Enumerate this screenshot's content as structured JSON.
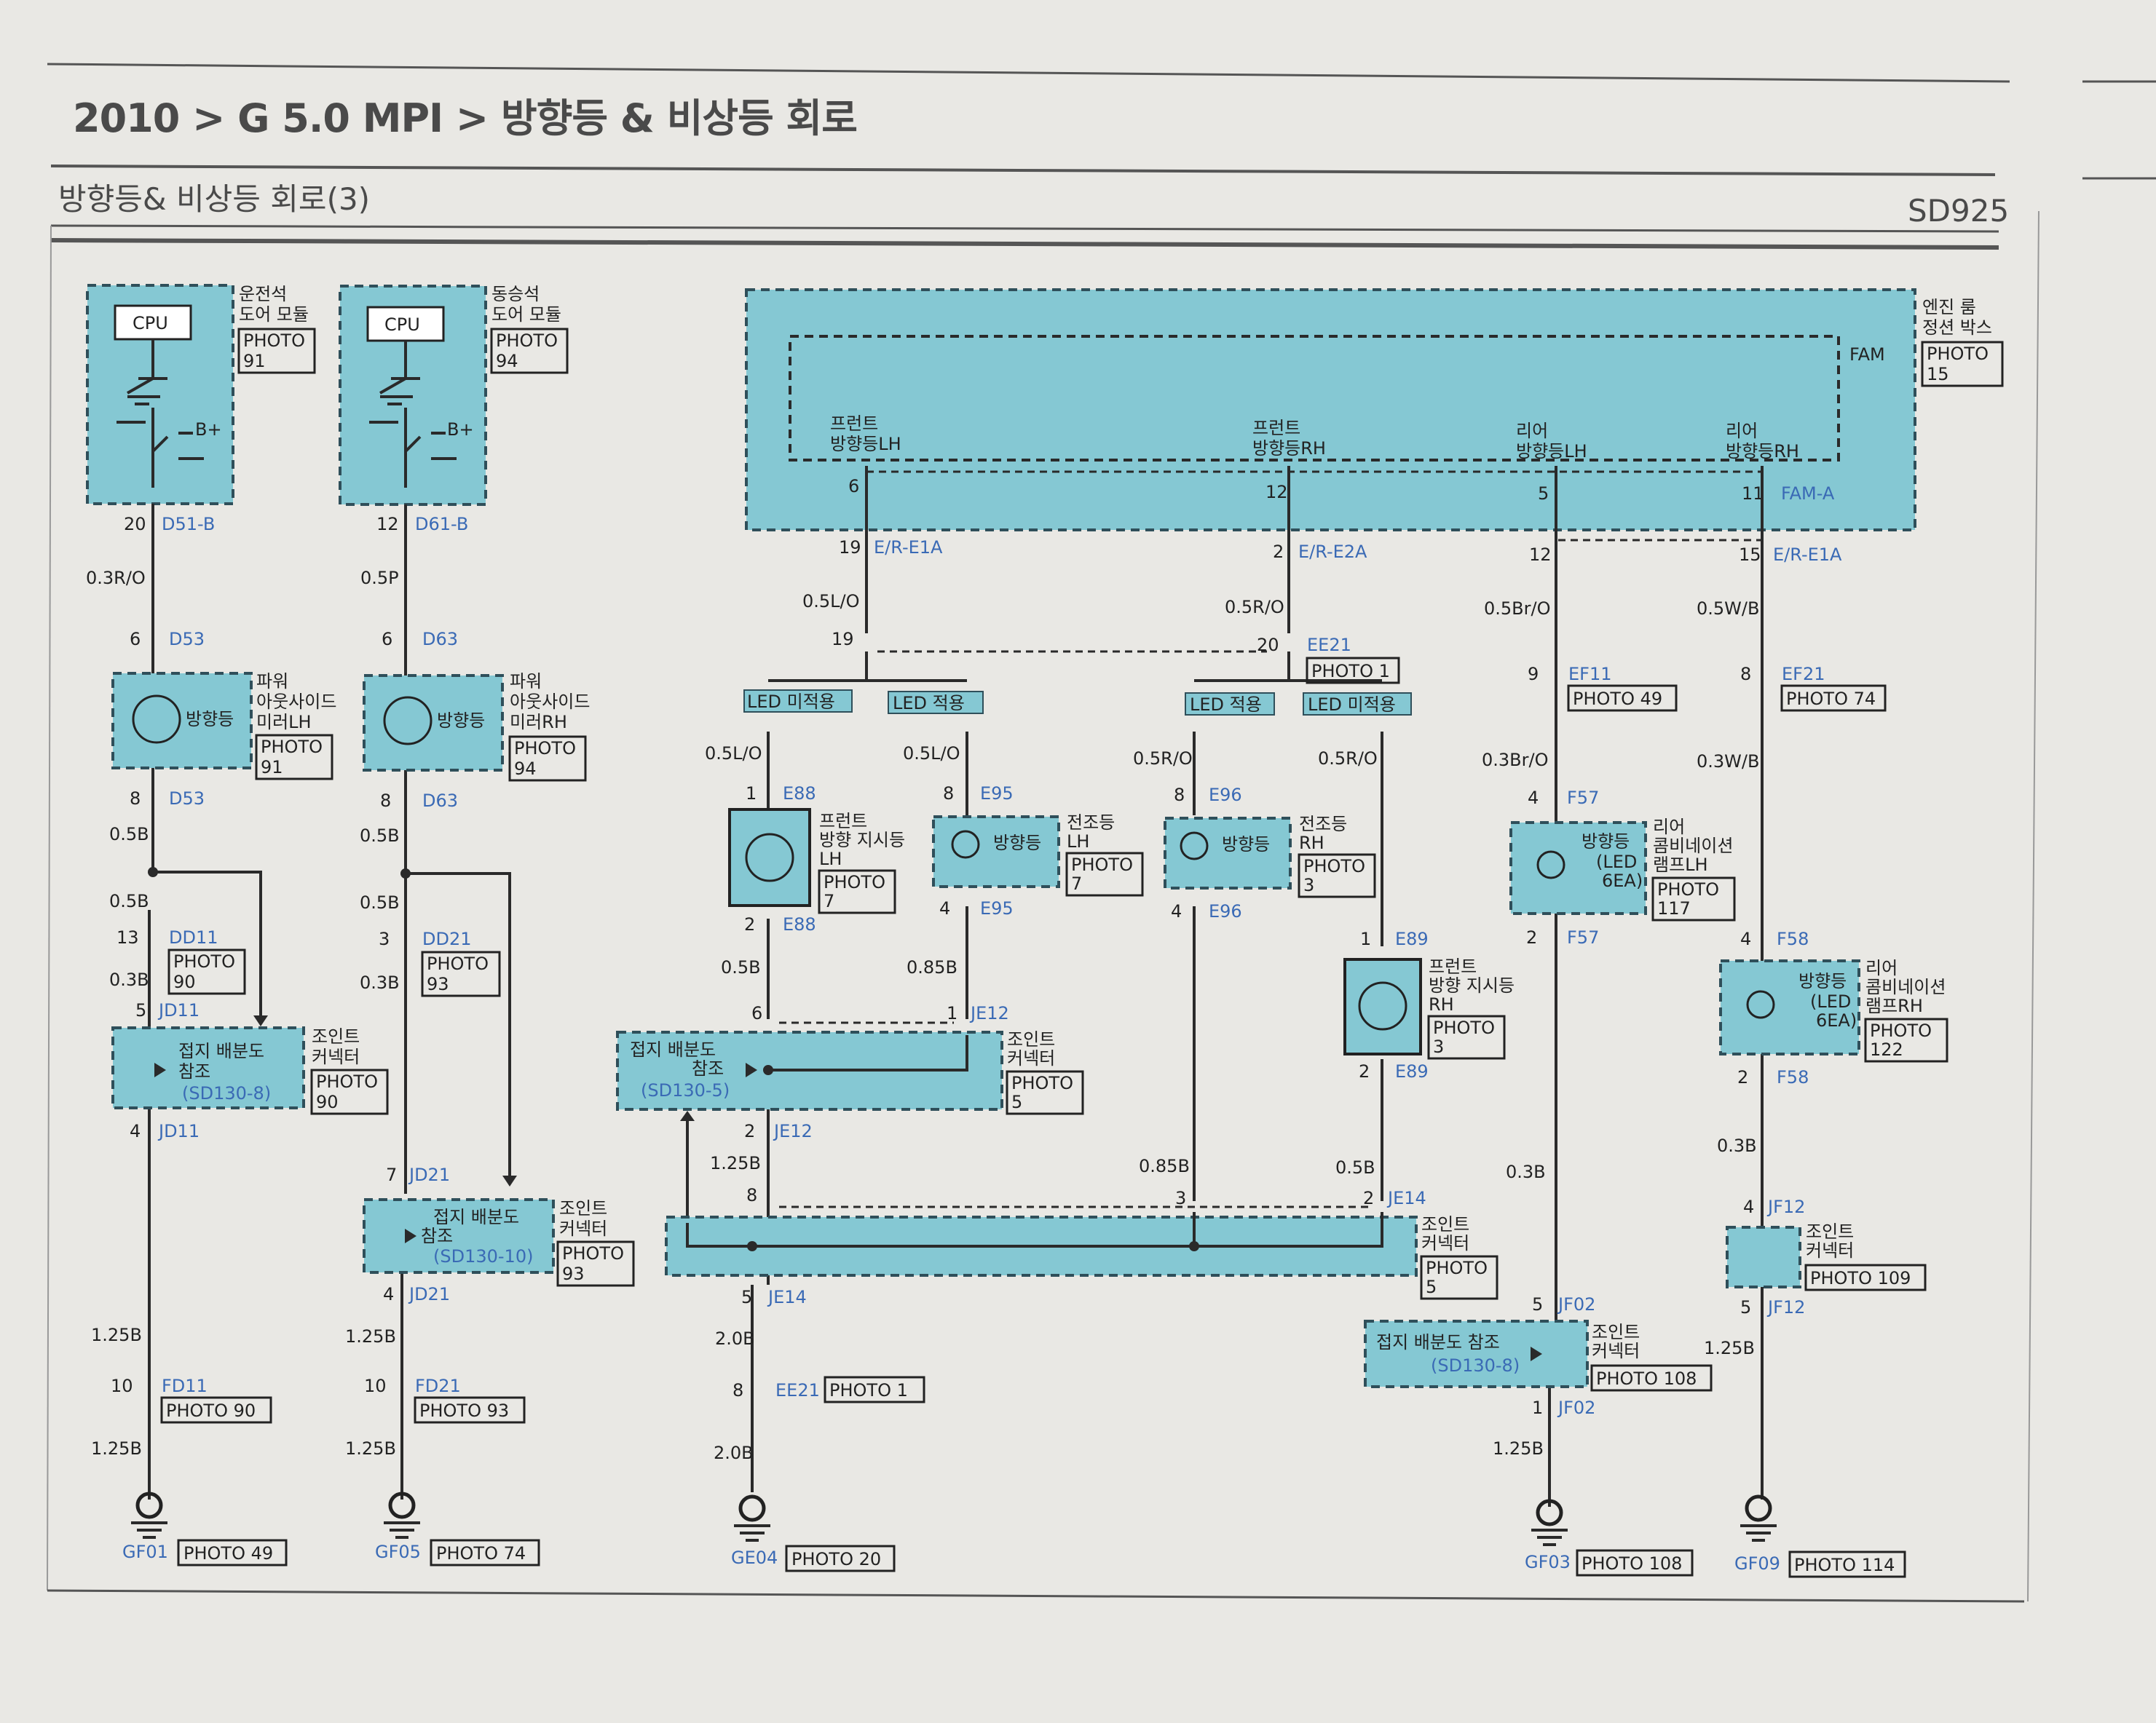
{
  "header": {
    "breadcrumb": "2010 > G 5.0 MPI > 방향등 & 비상등 회로",
    "subtitle": "방향등& 비상등 회로(3)",
    "code": "SD925"
  },
  "colors": {
    "module_fill": "#85c8d3",
    "wire": "#2a2a2a",
    "pin_blue": "#3a6ab5"
  },
  "col1": {
    "module": [
      "운전석",
      "도어 모듈"
    ],
    "cpu": "CPU",
    "bplus": "B+",
    "photo": [
      "PHOTO",
      "91"
    ],
    "pin_top": "20",
    "conn_top": "D51-B",
    "wire1": "0.3R/O",
    "pin_d53a": "6",
    "d53": "D53",
    "device": "방향등",
    "device_desc": [
      "파워",
      "아웃사이드",
      "미러LH"
    ],
    "device_photo": [
      "PHOTO",
      "91"
    ],
    "pin_d53b": "8",
    "wire2": "0.5B",
    "wire3": "0.5B",
    "pin_dd": "13",
    "dd": "DD11",
    "dd_photo": [
      "PHOTO",
      "90"
    ],
    "wire4": "0.3B",
    "pin_j5": "5",
    "jd_a": "JD11",
    "joint": [
      "접지 배분도",
      "참조"
    ],
    "joint_ref": "(SD130-8)",
    "joint_desc": [
      "조인트",
      "커넥터"
    ],
    "joint_photo": [
      "PHOTO",
      "90"
    ],
    "pin_j4": "4",
    "jd_b": "JD11",
    "wire5": "1.25B",
    "pin_fd": "10",
    "fd": "FD11",
    "fd_photo": "PHOTO 90",
    "wire6": "1.25B",
    "ground": "GF01",
    "ground_photo": "PHOTO 49"
  },
  "col2": {
    "module": [
      "동승석",
      "도어 모듈"
    ],
    "cpu": "CPU",
    "bplus": "B+",
    "photo": [
      "PHOTO",
      "94"
    ],
    "pin_top": "12",
    "conn_top": "D61-B",
    "wire1": "0.5P",
    "pin_d63a": "6",
    "d63": "D63",
    "device": "방향등",
    "device_desc": [
      "파워",
      "아웃사이드",
      "미러RH"
    ],
    "device_photo": [
      "PHOTO",
      "94"
    ],
    "pin_d63b": "8",
    "wire2": "0.5B",
    "wire3": "0.5B",
    "pin_dd": "3",
    "dd": "DD21",
    "dd_photo": [
      "PHOTO",
      "93"
    ],
    "wire4": "0.3B",
    "pin_j7": "7",
    "jd_a": "JD21",
    "joint": [
      "접지 배분도",
      "참조"
    ],
    "joint_ref": "(SD130-10)",
    "joint_desc": [
      "조인트",
      "커넥터"
    ],
    "joint_photo": [
      "PHOTO",
      "93"
    ],
    "pin_j4": "4",
    "jd_b": "JD21",
    "wire5": "1.25B",
    "pin_fd": "10",
    "fd": "FD21",
    "fd_photo": "PHOTO 93",
    "wire6": "1.25B",
    "ground": "GF05",
    "ground_photo": "PHOTO 74"
  },
  "fuse_box": {
    "desc": [
      "엔진 룸",
      "정션 박스"
    ],
    "photo": [
      "PHOTO",
      "15"
    ],
    "fam": "FAM",
    "fam_conn": "FAM-A",
    "outputs": [
      {
        "label": [
          "프런트",
          "방향등LH"
        ],
        "pin": "6"
      },
      {
        "label": [
          "프런트",
          "방향등RH"
        ],
        "pin": "12"
      },
      {
        "label": [
          "리어",
          "방향등LH"
        ],
        "pin": "5"
      },
      {
        "label": [
          "리어",
          "방향등RH"
        ],
        "pin": "11"
      }
    ]
  },
  "front_lh": {
    "pin_e1": "19",
    "conn_e1": "E/R-E1A",
    "wire1": "0.5L/O",
    "pin_ee": "19",
    "led_no": "LED 미적용",
    "led_yes": "LED 적용",
    "wire_a": "0.5L/O",
    "wire_b": "0.5L/O",
    "pin_e88a": "1",
    "e88": "E88",
    "lamp_desc": [
      "프런트",
      "방향 지시등",
      "LH"
    ],
    "lamp_photo": [
      "PHOTO",
      "7"
    ],
    "pin_e88b": "2",
    "pin_e95a": "8",
    "e95": "E95",
    "side": "방향등",
    "side_desc": [
      "전조등",
      "LH"
    ],
    "side_photo": [
      "PHOTO",
      "7"
    ],
    "pin_e95b": "4",
    "wire_c": "0.5B",
    "wire_d": "0.85B",
    "pin_j6": "6",
    "pin_j1": "1",
    "je12": "JE12",
    "joint": [
      "접지 배분도",
      "참조"
    ],
    "joint_ref": "(SD130-5)",
    "joint_desc": [
      "조인트",
      "커넥터"
    ],
    "joint_photo": [
      "PHOTO",
      "5"
    ],
    "pin_j2": "2",
    "je12b": "JE12",
    "wire_e": "1.25B"
  },
  "front_rh": {
    "pin_e2": "2",
    "conn_e2": "E/R-E2A",
    "wire1": "0.5R/O",
    "pin_ee": "20",
    "ee21": "EE21",
    "ee_photo": "PHOTO 1",
    "led_yes": "LED 적용",
    "led_no": "LED 미적용",
    "wire_a": "0.5R/O",
    "wire_b": "0.5R/O",
    "pin_e96a": "8",
    "e96": "E96",
    "side": "방향등",
    "side_desc": [
      "전조등",
      "RH"
    ],
    "side_photo": [
      "PHOTO",
      "3"
    ],
    "pin_e96b": "4",
    "pin_e89a": "1",
    "e89": "E89",
    "lamp_desc": [
      "프런트",
      "방향 지시등",
      "RH"
    ],
    "lamp_photo": [
      "PHOTO",
      "3"
    ],
    "pin_e89b": "2",
    "wire_c": "0.85B",
    "wire_d": "0.5B"
  },
  "je14": {
    "pin8": "8",
    "pin3": "3",
    "pin2": "2",
    "conn": "JE14",
    "desc": [
      "조인트",
      "커넥터"
    ],
    "photo": [
      "PHOTO",
      "5"
    ],
    "pin5": "5",
    "conn_b": "JE14",
    "wire1": "2.0B",
    "pin_ee": "8",
    "ee": "EE21",
    "ee_photo": "PHOTO 1",
    "wire2": "2.0B",
    "ground": "GE04",
    "ground_photo": "PHOTO 20"
  },
  "rear_lh": {
    "pin_top": "12",
    "wire1": "0.5Br/O",
    "pin_ef": "9",
    "ef": "EF11",
    "ef_photo": "PHOTO 49",
    "wire2": "0.3Br/O",
    "pin_f57a": "4",
    "f57": "F57",
    "lamp": "방향등",
    "lamp_sub": [
      "(LED",
      "6EA)"
    ],
    "lamp_desc": [
      "리어",
      "콤비네이션",
      "램프LH"
    ],
    "lamp_photo": [
      "PHOTO",
      "117"
    ],
    "pin_f57b": "2",
    "wire3": "0.3B",
    "pin_j5": "5",
    "jf02": "JF02",
    "joint": "접지 배분도 참조",
    "joint_ref": "(SD130-8)",
    "joint_desc": [
      "조인트",
      "커넥터"
    ],
    "joint_photo": "PHOTO 108",
    "pin_j1": "1",
    "jf02b": "JF02",
    "wire4": "1.25B",
    "ground": "GF03",
    "ground_photo": "PHOTO 108"
  },
  "rear_rh": {
    "pin_top": "15",
    "conn": "E/R-E1A",
    "wire1": "0.5W/B",
    "pin_ef": "8",
    "ef": "EF21",
    "ef_photo": "PHOTO 74",
    "wire2": "0.3W/B",
    "pin_f58a": "4",
    "f58": "F58",
    "lamp": "방향등",
    "lamp_sub": [
      "(LED",
      "6EA)"
    ],
    "lamp_desc": [
      "리어",
      "콤비네이션",
      "램프RH"
    ],
    "lamp_photo": [
      "PHOTO",
      "122"
    ],
    "pin_f58b": "2",
    "wire3": "0.3B",
    "pin_j4": "4",
    "jf12": "JF12",
    "joint_desc": [
      "조인트",
      "커넥터"
    ],
    "joint_photo": "PHOTO 109",
    "pin_j5": "5",
    "jf12b": "JF12",
    "wire4": "1.25B",
    "ground": "GF09",
    "ground_photo": "PHOTO 114"
  }
}
